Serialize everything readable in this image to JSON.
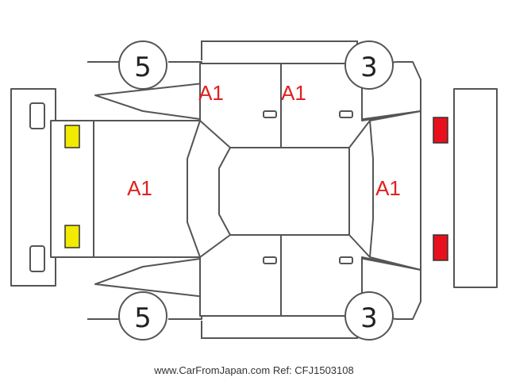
{
  "colors": {
    "damage_text": "#e02020",
    "outline": "#555555",
    "front_lights": "#f2ea00",
    "rear_lights": "#e8101c"
  },
  "damage": {
    "hood": "A1",
    "trunk": "A1",
    "left_front_door": "A1",
    "left_rear_door": "A1"
  },
  "tires": {
    "front_left": "5",
    "front_right": "5",
    "rear_left": "3",
    "rear_right": "3"
  },
  "footer": {
    "source": "www.CarFromJapan.com",
    "ref": "Ref: CFJ1503108"
  }
}
